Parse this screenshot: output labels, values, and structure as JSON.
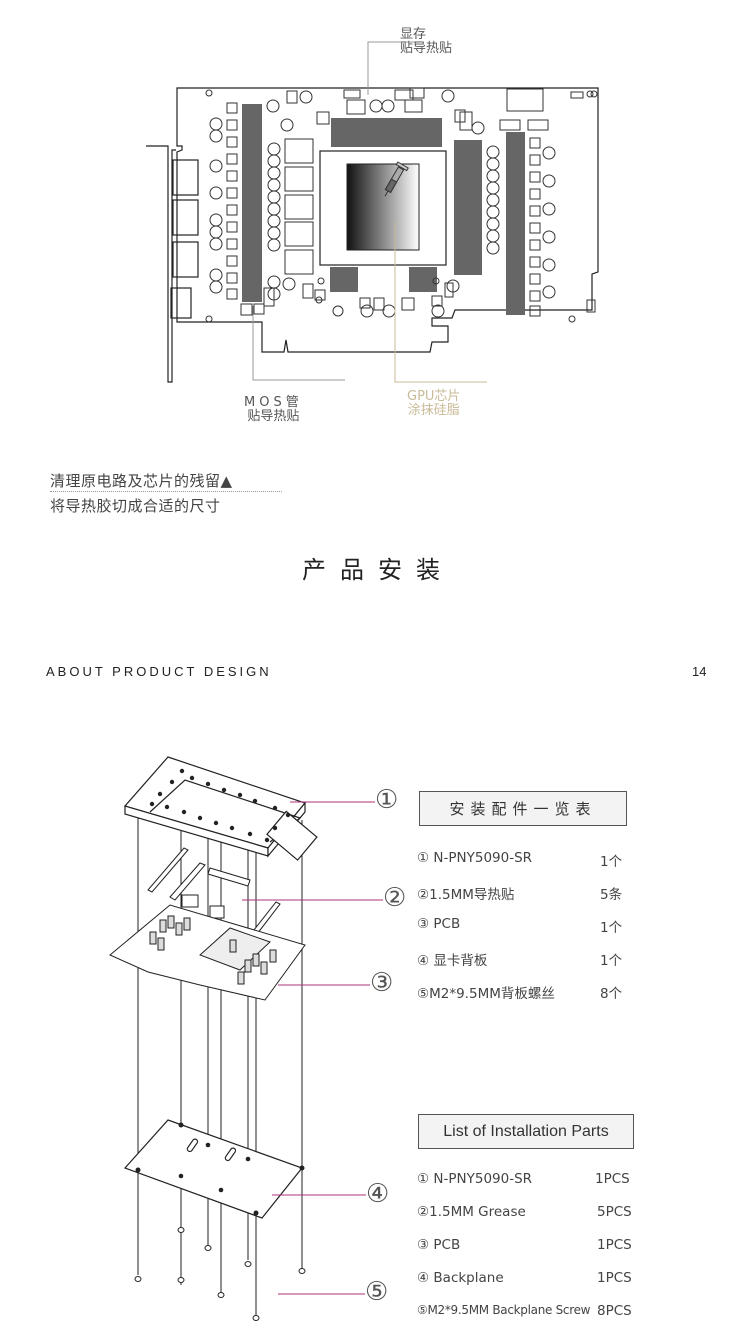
{
  "top_diagram": {
    "label_vram": [
      "显存",
      "贴导热贴"
    ],
    "label_mos": [
      "MOS管",
      "贴导热贴"
    ],
    "label_gpu": [
      "GPU芯片",
      "涂抹硅脂"
    ],
    "colors": {
      "leader_gray": "#999999",
      "leader_gold": "#c9bb98",
      "pad_gray": "#666666"
    }
  },
  "notes": {
    "line1": "清理原电路及芯片的残留▲",
    "line2": "将导热胶切成合适的尺寸"
  },
  "section_title": "产品安装",
  "header": {
    "about": "ABOUT PRODUCT DESIGN",
    "page_number": "14"
  },
  "exploded_view": {
    "callouts": [
      "①",
      "②",
      "③",
      "④",
      "⑤"
    ],
    "leader_color": "#b0307a"
  },
  "parts_cn": {
    "title": "安装配件一览表",
    "items": [
      {
        "no": "①",
        "name": "N-PNY5090-SR",
        "qty": "1个"
      },
      {
        "no": "②",
        "name": "1.5MM导热贴",
        "qty": "5条"
      },
      {
        "no": "③",
        "name": "PCB",
        "qty": "1个"
      },
      {
        "no": "④",
        "name": "显卡背板",
        "qty": "1个"
      },
      {
        "no": "⑤",
        "name": "M2*9.5MM背板螺丝",
        "qty": "8个"
      }
    ]
  },
  "parts_en": {
    "title": "List of Installation Parts",
    "items": [
      {
        "no": "①",
        "name": "N-PNY5090-SR",
        "qty": "1PCS"
      },
      {
        "no": "②",
        "name": "1.5MM Grease",
        "qty": "5PCS"
      },
      {
        "no": "③",
        "name": "PCB",
        "qty": "1PCS"
      },
      {
        "no": "④",
        "name": "Backplane",
        "qty": "1PCS"
      },
      {
        "no": "⑤",
        "name": "M2*9.5MM Backplane Screw",
        "qty": "8PCS"
      }
    ]
  }
}
